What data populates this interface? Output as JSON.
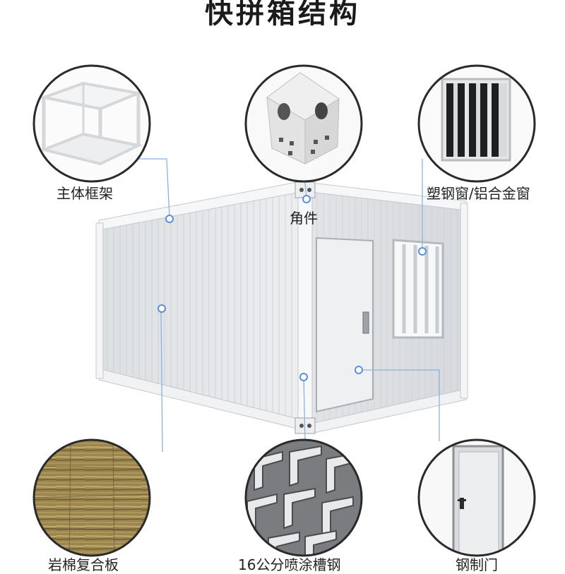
{
  "title": "快拼箱结构",
  "components": {
    "main_frame": "主体框架",
    "corner": "角件",
    "window": "塑钢窗/铝合金窗",
    "wall_panel": "岩棉复合板",
    "steel": "16公分喷涂槽钢",
    "door": "钢制门"
  },
  "colors": {
    "accent": "#5b8fd6",
    "panel": "#e4e6e9",
    "frame": "#f4f5f6"
  }
}
